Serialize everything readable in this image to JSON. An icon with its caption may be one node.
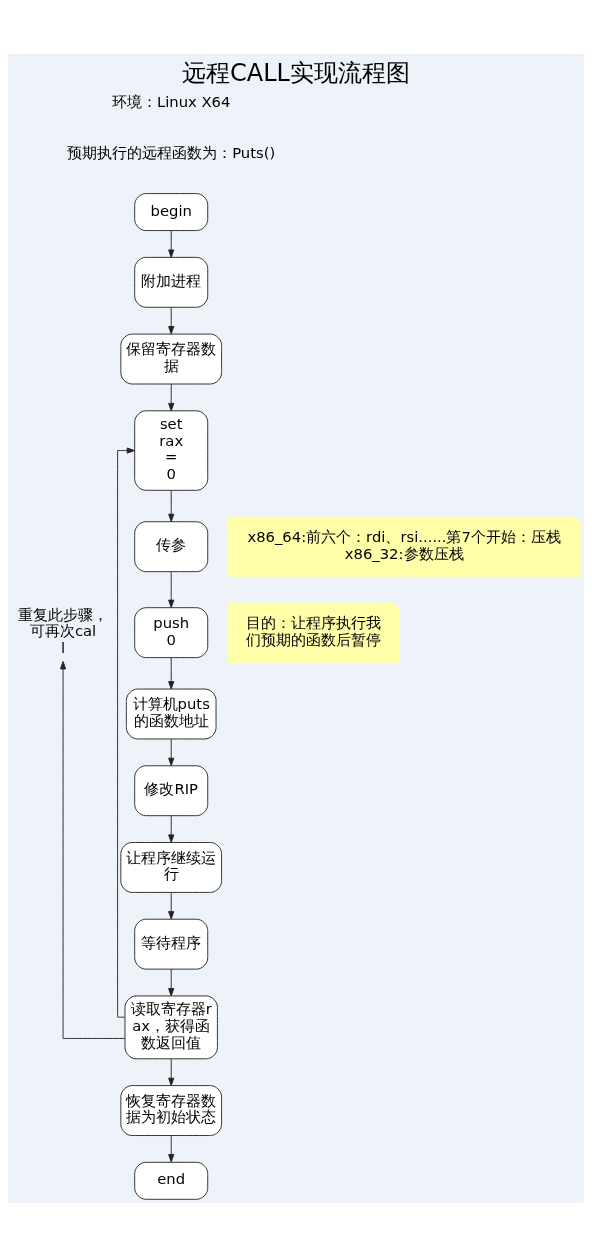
{
  "diagram": {
    "title": "远程CALL实现流程图",
    "nodes": [
      {
        "text": [
          "begin"
        ]
      },
      {
        "text": [
          "附加进程"
        ]
      },
      {
        "text": [
          "保留寄存器数据"
        ]
      },
      {
        "text": [
          "set rax = 0"
        ]
      },
      {
        "text": [
          "传参"
        ]
      },
      {
        "text": [
          "push 0"
        ]
      },
      {
        "text": [
          "计算机puts的函数地址"
        ]
      },
      {
        "text": [
          "修改RIP"
        ]
      },
      {
        "text": [
          "让程序继续运行"
        ]
      },
      {
        "text": [
          "等待程序"
        ]
      },
      {
        "text": [
          "读取寄存器rax，获得函数返回值"
        ]
      },
      {
        "text": [
          "恢复寄存器数据为初始状态"
        ]
      },
      {
        "text": [
          "end"
        ]
      },
      {
        "text": [
          "x86_64:前六个：rdi、rsi......第7个开始：压栈 x86_32:参数压栈"
        ]
      },
      {
        "text": [
          "目的：让程序执行我们预期的函数后暂停"
        ]
      },
      {
        "text": [
          "重复此步骤，可再次call"
        ]
      }
    ],
    "edges": [
      {
        "from": 0,
        "to": 1,
        "arrow": "to"
      },
      {
        "from": 1,
        "to": 2,
        "arrow": "to"
      },
      {
        "from": 2,
        "to": 3,
        "arrow": "to"
      },
      {
        "from": 3,
        "to": 4,
        "arrow": "to"
      },
      {
        "from": 4,
        "to": 5,
        "arrow": "to"
      },
      {
        "from": 5,
        "to": 6,
        "arrow": "to"
      },
      {
        "from": 6,
        "to": 7,
        "arrow": "to"
      },
      {
        "from": 7,
        "to": 8,
        "arrow": "to"
      },
      {
        "from": 8,
        "to": 9,
        "arrow": "to"
      },
      {
        "from": 9,
        "to": 10,
        "arrow": "to"
      },
      {
        "from": 10,
        "to": 11,
        "arrow": "to"
      },
      {
        "from": 11,
        "to": 12,
        "arrow": "to"
      },
      {
        "from": 10,
        "to": 3,
        "arrow": "to"
      },
      {
        "from": 10,
        "to": 15,
        "arrow": "to"
      }
    ],
    "labels": [
      "环境：Linux X64",
      "预期执行的远程函数为：Puts()"
    ]
  }
}
